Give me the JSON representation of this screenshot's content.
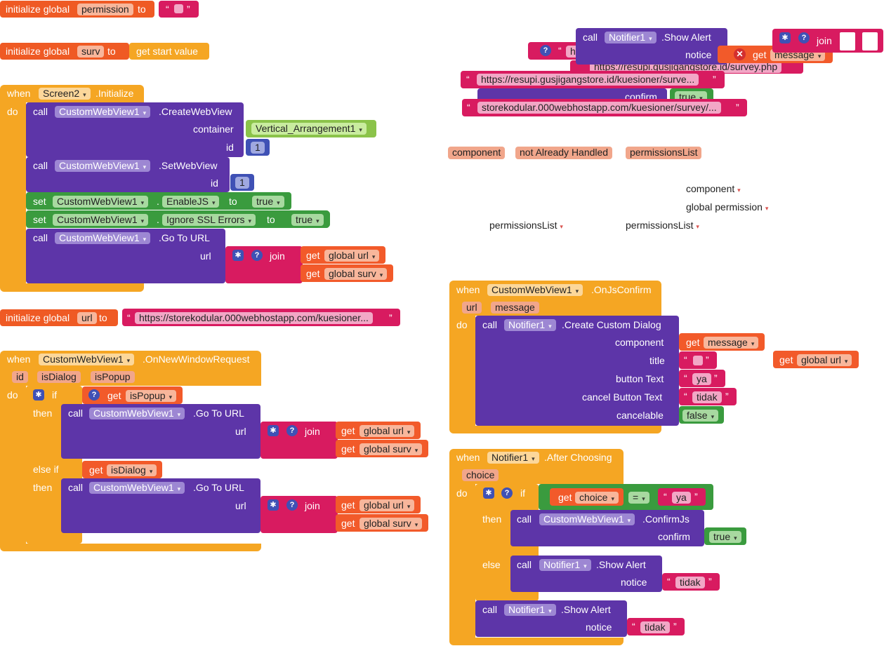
{
  "common": {
    "init_global": "initialize global",
    "to": "to",
    "when": "when",
    "do": "do",
    "call": "call",
    "set": "set",
    "get": "get",
    "join": "join",
    "if": "if",
    "then": "then",
    "else_if": "else if",
    "else": "else",
    "dot": ".",
    "quote_open": "“",
    "quote_close": "”",
    "arrow": "▾",
    "gear_glyph": "✱",
    "q_glyph": "?",
    "x_glyph": "✕"
  },
  "globals": {
    "permission": "permission",
    "surv": "surv",
    "get_start_value": "get start value",
    "url": "url",
    "url_value": "https://storekodular.000webhostapp.com/kuesioner..."
  },
  "screen_init": {
    "component": "Screen2",
    "event": ".Initialize",
    "create_method": ".CreateWebView",
    "container_label": "container",
    "container_value": "Vertical_Arrangement1",
    "id_label": "id",
    "id_value": "1",
    "setwebview_method": ".SetWebView",
    "enablejs_prop": "EnableJS",
    "ignore_ssl_prop": "Ignore SSL Errors",
    "true_value": "true",
    "goto_method": ".Go To URL",
    "url_label": "url",
    "global_url": "global url",
    "global_surv": "global surv",
    "cwv": "CustomWebView1"
  },
  "new_window": {
    "component": "CustomWebView1",
    "event": ".OnNewWindowRequest",
    "params": [
      "id",
      "isDialog",
      "isPopup"
    ],
    "isPopup": "isPopup",
    "isDialog": "isDialog",
    "goto_method": ".Go To URL",
    "url_label": "url",
    "global_url": "global url",
    "global_surv": "global surv"
  },
  "floating_alert": {
    "component": "Notifier1",
    "method": ".Show Alert",
    "notice_label": "notice",
    "get_message": "message",
    "str_h": "h",
    "str_survey_php": "https://resupi.gusjigangstore.id/survey.php",
    "str_kuesioner": "https://resupi.gusjigangstore.id/kuesioner/surve...",
    "confirm_label": "confirm",
    "confirm_value": "true",
    "str_storekodular": "storekodular.000webhostapp.com/kuesioner/survey/..."
  },
  "loose_params": {
    "component": "component",
    "not_handled": "not Already Handled",
    "permissions_list": "permissionsList"
  },
  "loose_dropdowns": {
    "component": "component",
    "global_permission": "global permission",
    "permissions_list_1": "permissionsList",
    "permissions_list_2": "permissionsList"
  },
  "js_confirm": {
    "component": "CustomWebView1",
    "event": ".OnJsConfirm",
    "params": [
      "url",
      "message"
    ],
    "notifier": "Notifier1",
    "method": ".Create Custom Dialog",
    "component_label": "component",
    "get_message": "message",
    "title_label": "title",
    "button_text_label": "button Text",
    "button_text_value": "ya",
    "cancel_button_label": "cancel Button Text",
    "cancel_button_value": "tidak",
    "cancelable_label": "cancelable",
    "cancelable_value": "false",
    "floating_get_global_url": "global url"
  },
  "after_choosing": {
    "component": "Notifier1",
    "event": ".After Choosing",
    "param": "choice",
    "get_choice": "choice",
    "op": "=",
    "compare_value": "ya",
    "confirm_method": ".ConfirmJs",
    "cwv": "CustomWebView1",
    "confirm_label": "confirm",
    "confirm_value": "true",
    "alert_method": ".Show Alert",
    "notice_label": "notice",
    "notice_value": "tidak"
  },
  "colors": {
    "control": "#f5a623",
    "component_method": "#5d35a8",
    "setter": "#3a9b3e",
    "text": "#d81b60",
    "variable": "#f25a2a",
    "number": "#3f51b5",
    "component_ref": "#8bc34a"
  }
}
